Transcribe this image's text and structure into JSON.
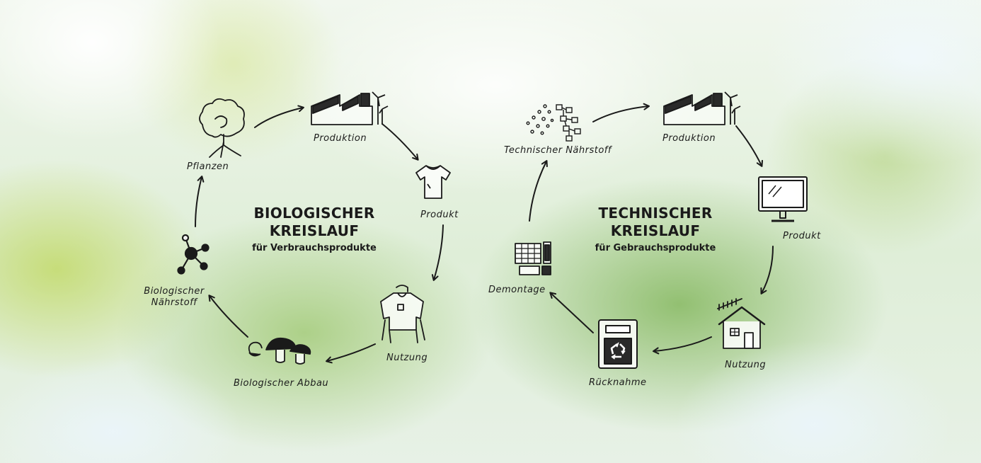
{
  "biological": {
    "title_line1": "BIOLOGISCHER",
    "title_line2": "KREISLAUF",
    "subtitle": "für Verbrauchsprodukte",
    "nodes": {
      "pflanzen": "Pflanzen",
      "produktion": "Produktion",
      "produkt": "Produkt",
      "nutzung": "Nutzung",
      "abbau": "Biologischer Abbau",
      "naehrstoff_line1": "Biologischer",
      "naehrstoff_line2": "Nährstoff"
    }
  },
  "technical": {
    "title_line1": "TECHNISCHER",
    "title_line2": "KREISLAUF",
    "subtitle": "für Gebrauchsprodukte",
    "nodes": {
      "naehrstoff": "Technischer Nährstoff",
      "produktion": "Produktion",
      "produkt": "Produkt",
      "nutzung": "Nutzung",
      "ruecknahme": "Rücknahme",
      "demontage": "Demontage"
    }
  }
}
